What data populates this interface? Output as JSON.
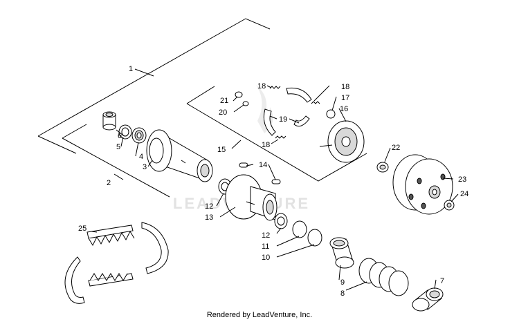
{
  "diagram": {
    "watermark": "LEADVENTURE",
    "callouts": {
      "c1": "1",
      "c2": "2",
      "c3": "3",
      "c4": "4",
      "c5": "5",
      "c6": "6",
      "c7": "7",
      "c8": "8",
      "c9": "9",
      "c10": "10",
      "c11": "11",
      "c12a": "12",
      "c12b": "12",
      "c13": "13",
      "c14": "14",
      "c15": "15",
      "c16": "16",
      "c17": "17",
      "c18a": "18",
      "c18b": "18",
      "c18c": "18",
      "c19": "19",
      "c20": "20",
      "c21": "21",
      "c22": "22",
      "c23": "23",
      "c24": "24",
      "c25": "25"
    }
  },
  "footer": {
    "credit": "Rendered by LeadVenture, Inc."
  }
}
